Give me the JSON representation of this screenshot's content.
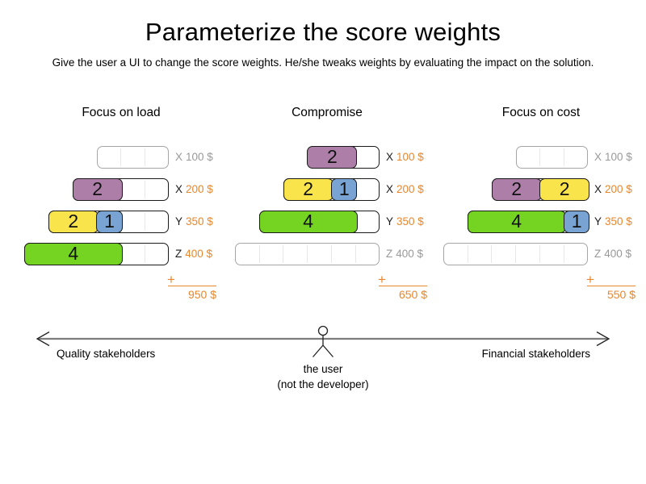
{
  "title": "Parameterize the score weights",
  "subtitle": "Give the user a UI to change the score weights. He/she tweaks weights by evaluating the impact on the solution.",
  "colors": {
    "purple": "#ad7fa8",
    "yellow": "#f9e44c",
    "blue": "#78a3d2",
    "green": "#75d322",
    "orange": "#e8872d",
    "gray_text": "#999999",
    "gray_border": "#a6a6a6",
    "black_text": "#1a1a1a"
  },
  "scenarios": [
    {
      "name": "Focus on load",
      "rows": [
        {
          "machine": "X",
          "price": "100 $",
          "cells": 3,
          "used": false,
          "blocks": []
        },
        {
          "machine": "X",
          "price": "200 $",
          "cells": 4,
          "used": true,
          "blocks": [
            {
              "value": "2",
              "size": 2,
              "color": "purple"
            }
          ]
        },
        {
          "machine": "Y",
          "price": "350 $",
          "cells": 5,
          "used": true,
          "blocks": [
            {
              "value": "2",
              "size": 2,
              "color": "yellow"
            },
            {
              "value": "1",
              "size": 1,
              "color": "blue"
            }
          ]
        },
        {
          "machine": "Z",
          "price": "400 $",
          "cells": 6,
          "used": true,
          "blocks": [
            {
              "value": "4",
              "size": 4,
              "color": "green"
            }
          ]
        }
      ],
      "plus_sign": "+",
      "total": "950 $"
    },
    {
      "name": "Compromise",
      "rows": [
        {
          "machine": "X",
          "price": "100 $",
          "cells": 3,
          "used": true,
          "blocks": [
            {
              "value": "2",
              "size": 2,
              "color": "purple"
            }
          ]
        },
        {
          "machine": "X",
          "price": "200 $",
          "cells": 4,
          "used": true,
          "blocks": [
            {
              "value": "2",
              "size": 2,
              "color": "yellow"
            },
            {
              "value": "1",
              "size": 1,
              "color": "blue"
            }
          ]
        },
        {
          "machine": "Y",
          "price": "350 $",
          "cells": 5,
          "used": true,
          "blocks": [
            {
              "value": "4",
              "size": 4,
              "color": "green"
            }
          ]
        },
        {
          "machine": "Z",
          "price": "400 $",
          "cells": 6,
          "used": false,
          "blocks": []
        }
      ],
      "plus_sign": "+",
      "total": "650 $"
    },
    {
      "name": "Focus on cost",
      "rows": [
        {
          "machine": "X",
          "price": "100 $",
          "cells": 3,
          "used": false,
          "blocks": []
        },
        {
          "machine": "X",
          "price": "200 $",
          "cells": 4,
          "used": true,
          "blocks": [
            {
              "value": "2",
              "size": 2,
              "color": "purple"
            },
            {
              "value": "2",
              "size": 2,
              "color": "yellow"
            }
          ]
        },
        {
          "machine": "Y",
          "price": "350 $",
          "cells": 5,
          "used": true,
          "blocks": [
            {
              "value": "4",
              "size": 4,
              "color": "green"
            },
            {
              "value": "1",
              "size": 1,
              "color": "blue"
            }
          ]
        },
        {
          "machine": "Z",
          "price": "400 $",
          "cells": 6,
          "used": false,
          "blocks": []
        }
      ],
      "plus_sign": "+",
      "total": "550 $"
    }
  ],
  "axis": {
    "left_label": "Quality stakeholders",
    "right_label": "Financial stakeholders",
    "user_line1": "the user",
    "user_line2": "(not the developer)"
  }
}
